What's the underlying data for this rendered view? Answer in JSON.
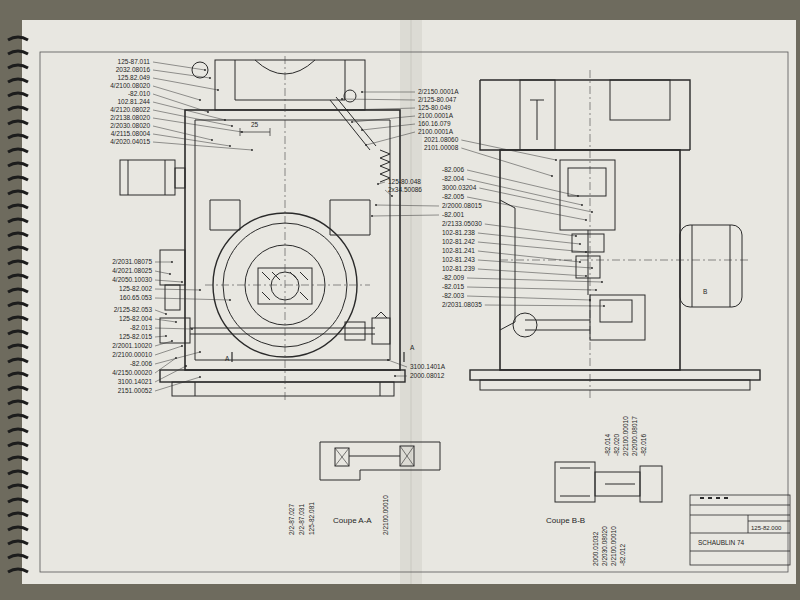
{
  "diagram": {
    "labels": [
      "125-87.011",
      "2032.08016",
      "125.82.049",
      "4/2100.08020",
      "-82.010",
      "102.81.244",
      "4/2120.08022",
      "2/2138.08020",
      "2/2030.08020",
      "4/2115.08004",
      "4/2020.04015",
      "2/2031.08075",
      "4/2021.08025",
      "4/2050.10030",
      "125-82.002",
      "160.65.053",
      "2/125-82.053",
      "125-82.004",
      "-82.013",
      "125-82.015",
      "2/2001.10020",
      "2/2100.00010",
      "-82.006",
      "4/2150.00020",
      "3100.14021",
      "2151.00052",
      "2/2150.0001A",
      "2/125-80.047",
      "125-80.049",
      "2100.0001A",
      "160.16.079",
      "2100.0001A",
      "2021.08060",
      "2101.00008",
      "125-80.048",
      "2x34.50086",
      "-82.006",
      "-82.004",
      "3000.03204",
      "-82.005",
      "2/2000.08015",
      "-82.001",
      "2/2133.05030",
      "102-81.238",
      "102-81.242",
      "102-81.241",
      "102-81.243",
      "102-81.239",
      "-82.009",
      "-82.015",
      "-82.003",
      "2/2031.08035",
      "3100.1401A",
      "2000.08012",
      "25",
      "A",
      "A",
      "B",
      "Coupe A-A",
      "Coupe B-B",
      "2/2-87.027",
      "2/2-87.031",
      "125-82.081",
      "2/2100.00010",
      "2000.01032",
      "2/2030.08020",
      "2/2100.00010",
      "-82.012",
      "-82.014",
      "-82.020",
      "2/2100.00010",
      "2/2000.08017",
      "-82.016",
      "SCHAUBLIN 74",
      "125-82.000"
    ]
  }
}
